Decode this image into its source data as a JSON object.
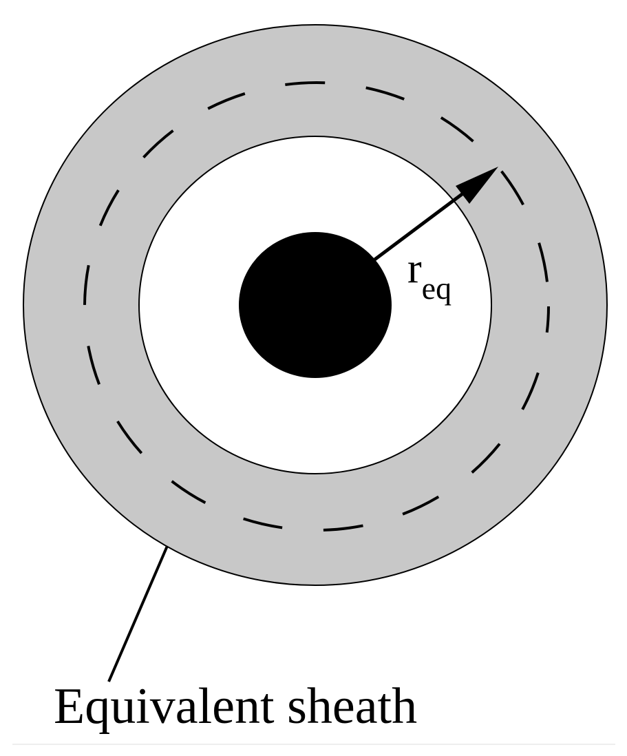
{
  "labels": {
    "radius_symbol": "r",
    "radius_subscript": "eq",
    "sheath": "Equivalent sheath"
  },
  "colors": {
    "sheath_fill": "#c8c8c8",
    "core_fill": "#000000",
    "inner_region_fill": "#ffffff",
    "outline": "#000000",
    "background": "#ffffff"
  },
  "icons": {
    "arrow": "radius-arrow-icon",
    "core": "conductor-core-icon"
  }
}
